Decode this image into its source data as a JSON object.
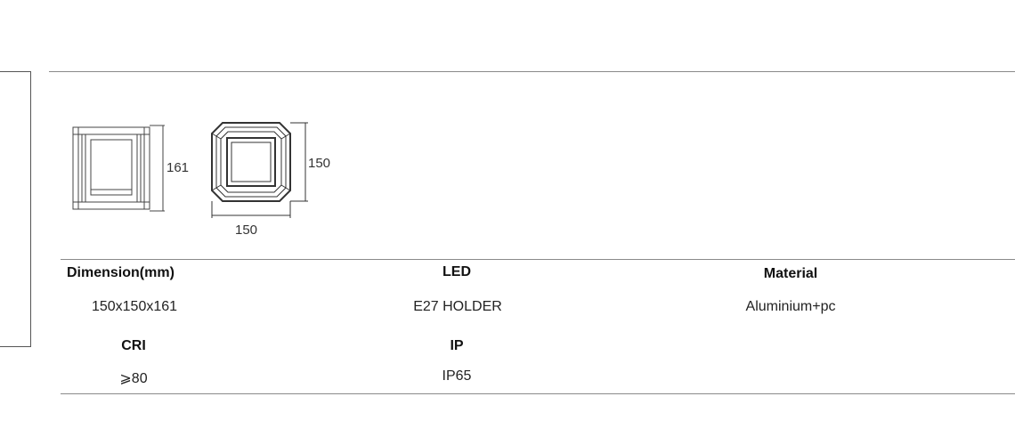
{
  "drawing": {
    "side_height": "161",
    "front_height": "150",
    "front_width": "150"
  },
  "specs": {
    "dimension_label": "Dimension(mm)",
    "dimension_value": "150x150x161",
    "led_label": "LED",
    "led_value": "E27 HOLDER",
    "material_label": "Material",
    "material_value": "Aluminium+pc",
    "cri_label": "CRI",
    "cri_value": "⩾80",
    "ip_label": "IP",
    "ip_value": "IP65"
  }
}
